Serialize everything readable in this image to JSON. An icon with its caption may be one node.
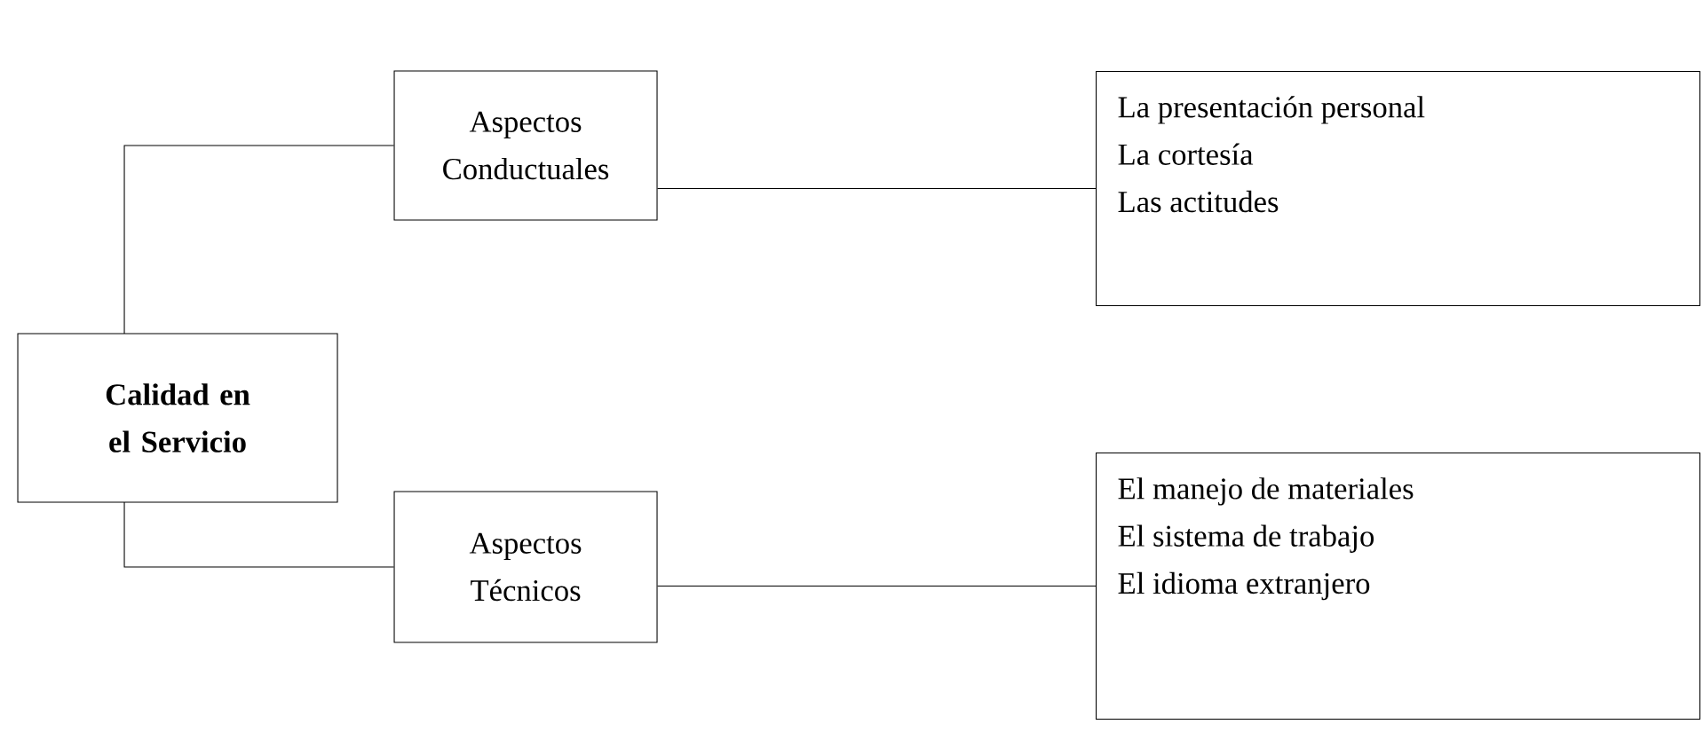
{
  "diagram": {
    "nodes": [
      {
        "text": [
          "Calidad en el Servicio"
        ]
      },
      {
        "text": [
          "Aspectos Conductuales"
        ]
      },
      {
        "text": [
          "La presentación personal",
          "La cortesía",
          "Las actitudes"
        ]
      },
      {
        "text": [
          "Aspectos Técnicos"
        ]
      },
      {
        "text": [
          "El manejo de materiales",
          "El sistema de trabajo",
          "El idioma extranjero"
        ]
      }
    ],
    "edges": [
      {
        "from": 0,
        "to": 1,
        "arrow": "none"
      },
      {
        "from": 1,
        "to": 2,
        "arrow": "none"
      },
      {
        "from": 0,
        "to": 3,
        "arrow": "none"
      },
      {
        "from": 3,
        "to": 4,
        "arrow": "none"
      }
    ]
  }
}
